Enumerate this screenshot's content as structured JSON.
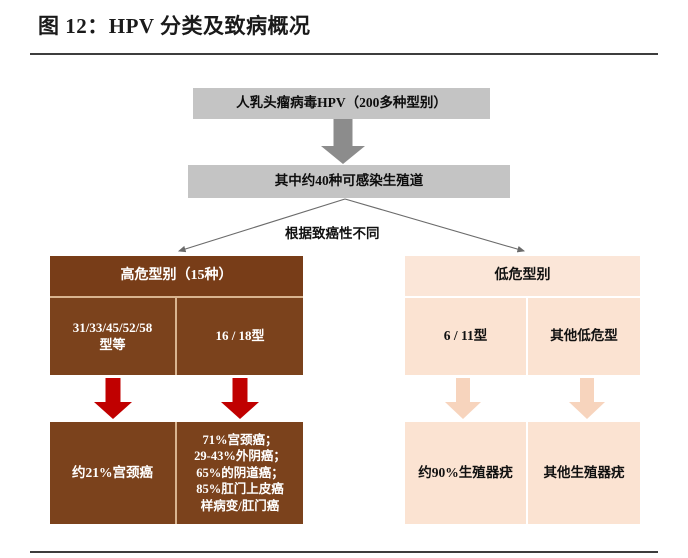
{
  "figure": {
    "title": "图 12：HPV 分类及致病概况"
  },
  "flow": {
    "top_box": "人乳头瘤病毒HPV（200多种型别）",
    "second_box": "其中约40种可感染生殖道",
    "branch_label": "根据致癌性不同"
  },
  "high_risk": {
    "header": "高危型别（15种）",
    "types": [
      "31/33/45/52/58\n型等",
      "16 / 18型"
    ],
    "outcomes": [
      "约21%宫颈癌",
      "71%宫颈癌；\n29-43%外阴癌；\n65%的阴道癌；\n85%肛门上皮癌\n样病变/肛门癌"
    ]
  },
  "low_risk": {
    "header": "低危型别",
    "types": [
      "6 / 11型",
      "其他低危型"
    ],
    "outcomes": [
      "约90%生殖器疣",
      "其他生殖器疣"
    ]
  },
  "colors": {
    "gray_box": "#c4c4c4",
    "gray_arrow": "#8c8c8c",
    "dark_brown": "#7b421c",
    "brown_header": "#783d18",
    "peach": "#fbe3d2",
    "peach_arrow": "#f7d4bd",
    "red_arrow": "#c00000",
    "rule": "#3d3d3d"
  }
}
